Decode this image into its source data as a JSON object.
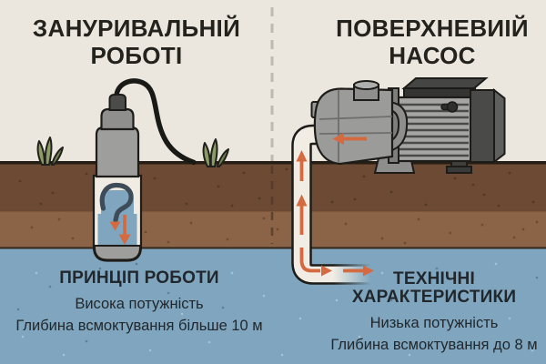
{
  "left_panel": {
    "title_lines": [
      "ЗАНУРИВАЛЬНІЙ",
      "РОБОТІ"
    ],
    "heading": "ПРИНЦІП РОБОТИ",
    "body_lines": [
      "Висока потужність",
      "Глибина всмоктування більше 10 м"
    ],
    "illustration": "submersible-pump-in-well-casing"
  },
  "right_panel": {
    "title_lines": [
      "ПОВЕРХНЕВИІЙ",
      "НАСОС"
    ],
    "heading_lines": [
      "ТЕХНІЧНІ",
      "ХАРАКТЕРИСТИКИ"
    ],
    "body_lines": [
      "Низька потужність",
      "Глибина всмоктування до 8 м"
    ],
    "illustration": "surface-pump-with-suction-pipe"
  },
  "icons": {
    "question_mark_flow": "?",
    "flow_arrow_up": "↑",
    "flow_arrow_down": "↓",
    "flow_arrow_left": "←",
    "flow_arrow_right": "→"
  },
  "colors": {
    "background_sky": "#EBE7DE",
    "soil_top": "#6C4A33",
    "soil_bottom": "#8B6347",
    "water": "#7FA6BE",
    "accent_arrow_orange": "#D5693F",
    "pump_gray": "#9B9B99",
    "pipe_white": "#F1EDE4",
    "outline_dark": "#1E1C18",
    "grass_green": "#8A9C63",
    "text_dark": "#23221D"
  }
}
